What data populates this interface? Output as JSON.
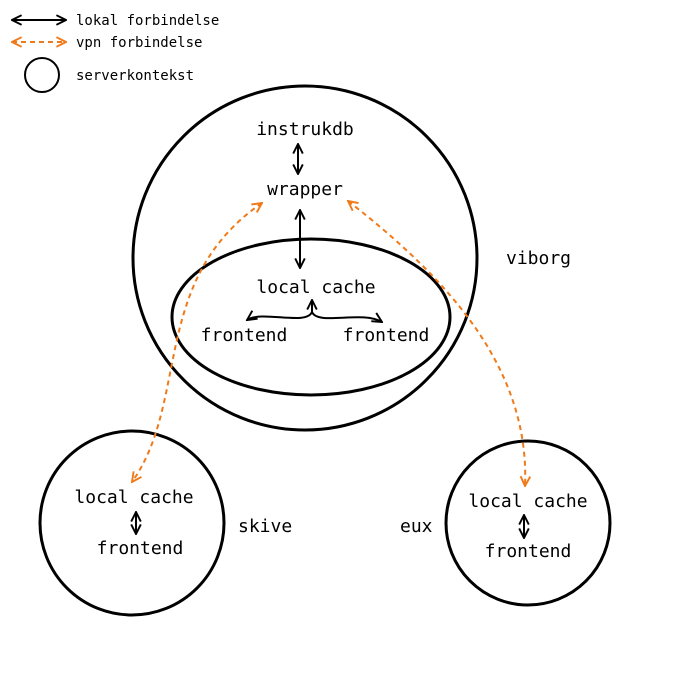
{
  "legend": {
    "local_label": "lokal forbindelse",
    "vpn_label": "vpn forbindelse",
    "context_label": "serverkontekst"
  },
  "viborg": {
    "label": "viborg",
    "instrukdb": "instrukdb",
    "wrapper": "wrapper",
    "local_cache": "local cache",
    "frontend_left": "frontend",
    "frontend_right": "frontend"
  },
  "skive": {
    "label": "skive",
    "local_cache": "local cache",
    "frontend": "frontend"
  },
  "eux": {
    "label": "eux",
    "local_cache": "local cache",
    "frontend": "frontend"
  },
  "colors": {
    "local": "#000000",
    "vpn": "#f07a1a"
  }
}
